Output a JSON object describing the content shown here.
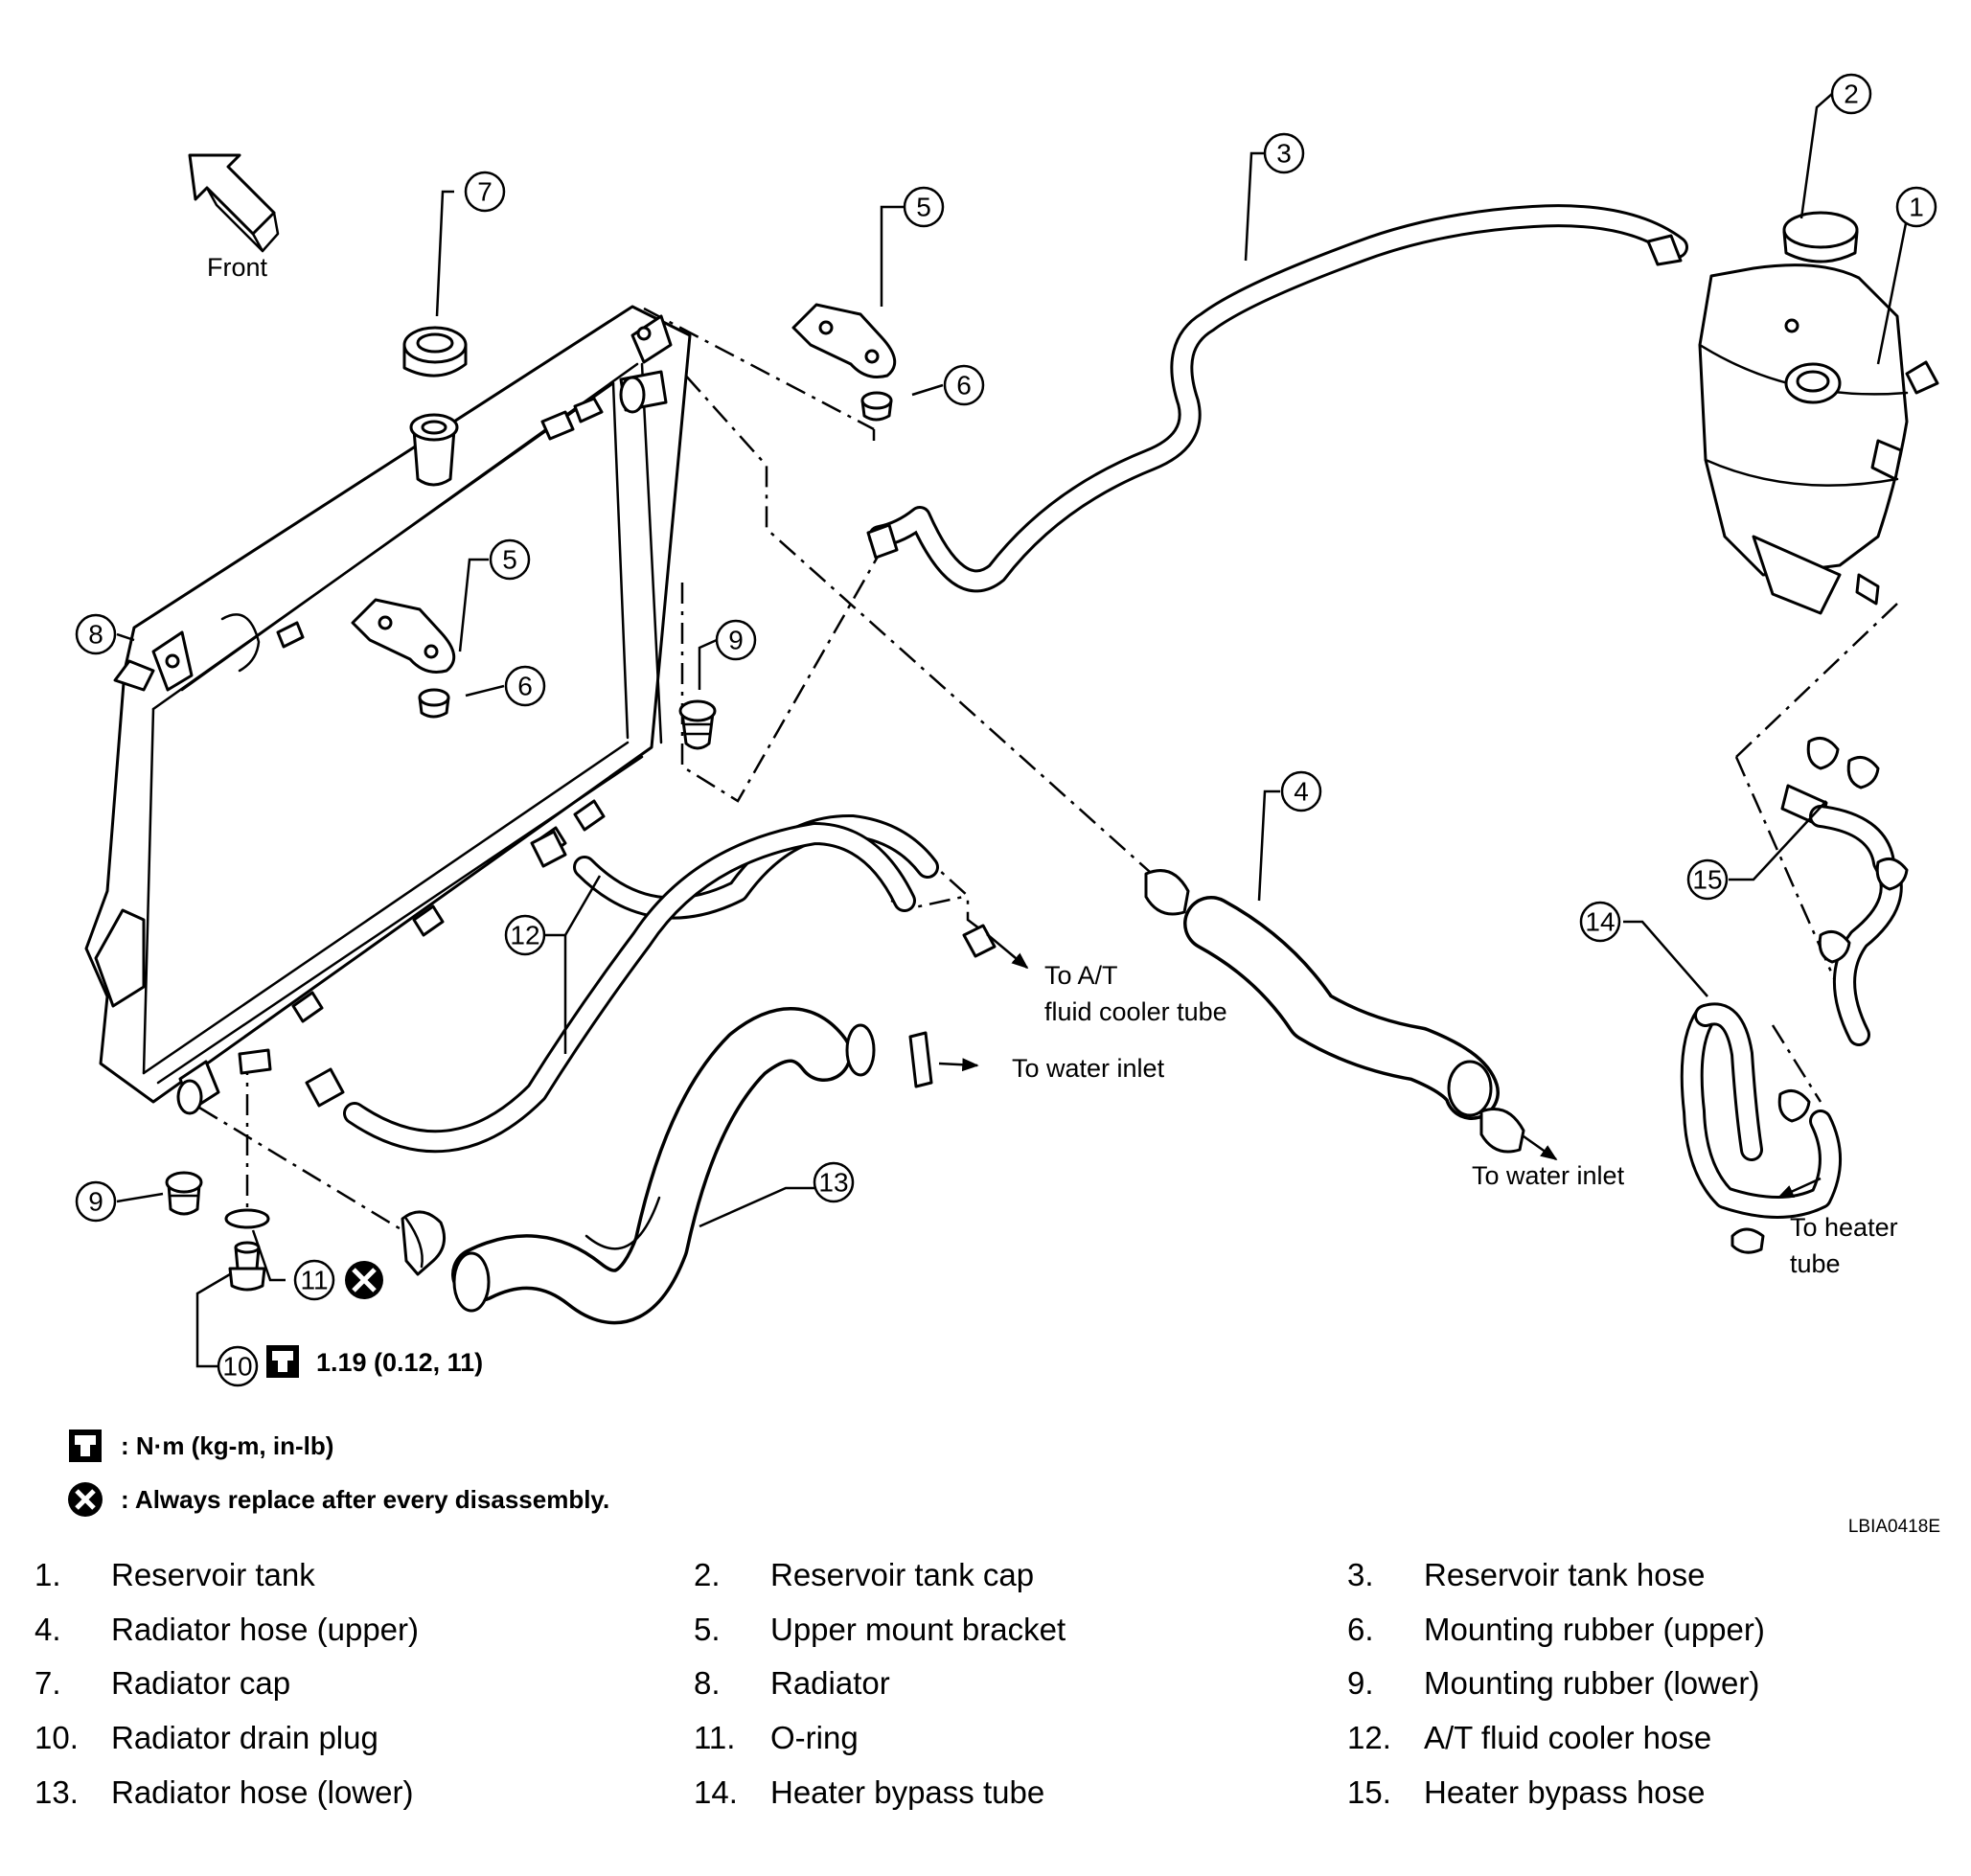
{
  "diagram": {
    "direction_label": "Front",
    "callouts": [
      "1",
      "2",
      "3",
      "4",
      "5",
      "6",
      "7",
      "8",
      "9",
      "10",
      "11",
      "12",
      "13",
      "14",
      "15"
    ],
    "torque_spec": "1.19 (0.12, 11)",
    "flow_labels": {
      "at_cooler_line1": "To A/T",
      "at_cooler_line2": "fluid cooler tube",
      "water_inlet_lower": "To water inlet",
      "water_inlet_upper": "To water inlet",
      "heater_line1": "To heater",
      "heater_line2": "tube"
    }
  },
  "legend": {
    "torque_text": ": N·m (kg-m, in-lb)",
    "replace_text": ": Always replace after every disassembly."
  },
  "figure_id": "LBIA0418E",
  "parts": [
    {
      "num": "1.",
      "name": "Reservoir tank"
    },
    {
      "num": "2.",
      "name": "Reservoir tank cap"
    },
    {
      "num": "3.",
      "name": "Reservoir tank hose"
    },
    {
      "num": "4.",
      "name": "Radiator hose (upper)"
    },
    {
      "num": "5.",
      "name": "Upper mount bracket"
    },
    {
      "num": "6.",
      "name": "Mounting rubber (upper)"
    },
    {
      "num": "7.",
      "name": "Radiator cap"
    },
    {
      "num": "8.",
      "name": "Radiator"
    },
    {
      "num": "9.",
      "name": "Mounting rubber (lower)"
    },
    {
      "num": "10.",
      "name": "Radiator drain plug"
    },
    {
      "num": "11.",
      "name": "O-ring"
    },
    {
      "num": "12.",
      "name": "A/T fluid cooler hose"
    },
    {
      "num": "13.",
      "name": "Radiator hose (lower)"
    },
    {
      "num": "14.",
      "name": "Heater bypass tube"
    },
    {
      "num": "15.",
      "name": "Heater bypass hose"
    }
  ]
}
